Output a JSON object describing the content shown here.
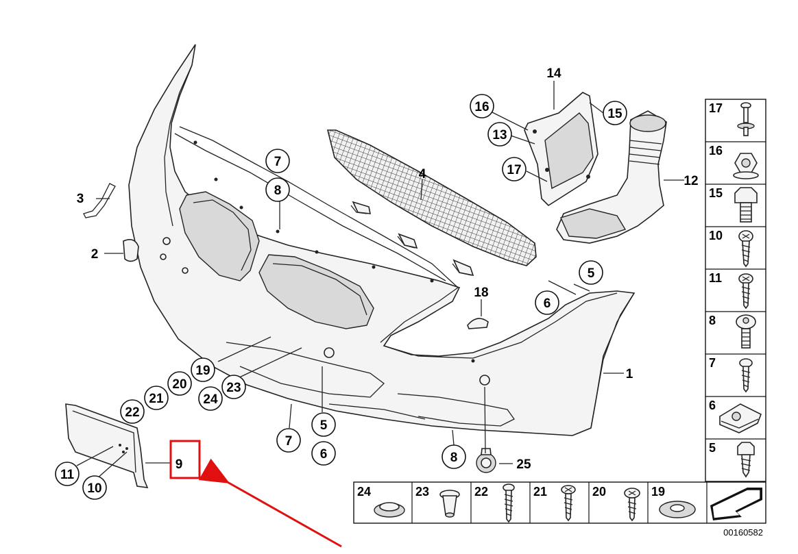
{
  "callouts": {
    "c7a": "7",
    "c8a": "8",
    "c16": "16",
    "c13": "13",
    "c17": "17",
    "c15": "15",
    "c5a": "5",
    "c6a": "6",
    "c19": "19",
    "c20": "20",
    "c21": "21",
    "c22": "22",
    "c24": "24",
    "c23": "23",
    "c5b": "5",
    "c7b": "7",
    "c6b": "6",
    "c8b": "8",
    "c11": "11",
    "c10": "10"
  },
  "labels": {
    "l14": "14",
    "l4": "4",
    "l3": "3",
    "l2": "2",
    "l18": "18",
    "l12": "12",
    "l1": "1",
    "l25": "25",
    "l9": "9"
  },
  "legend_right": [
    "17",
    "16",
    "15",
    "10",
    "11",
    "8",
    "7",
    "6",
    "5"
  ],
  "legend_bottom": [
    "24",
    "23",
    "22",
    "21",
    "20",
    "19"
  ],
  "diagram_code": "00160582",
  "highlight_color": "#e01010"
}
